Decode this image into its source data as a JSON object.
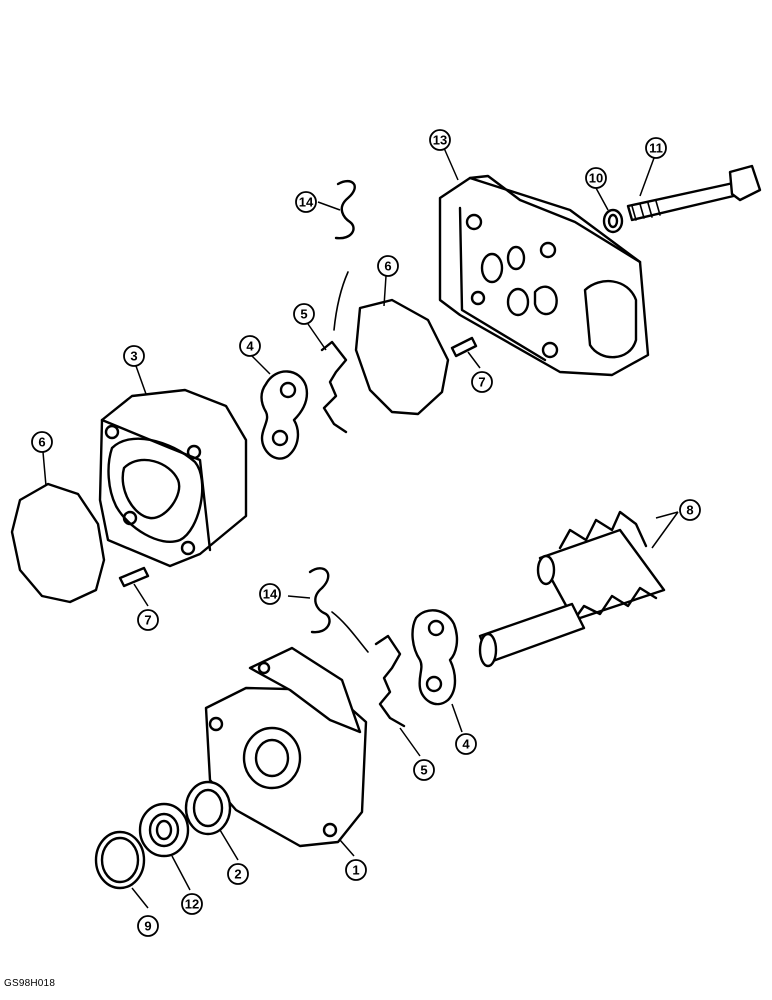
{
  "callouts": [
    {
      "id": "c1",
      "label": "1"
    },
    {
      "id": "c2",
      "label": "2"
    },
    {
      "id": "c3",
      "label": "3"
    },
    {
      "id": "c4a",
      "label": "4"
    },
    {
      "id": "c4b",
      "label": "4"
    },
    {
      "id": "c5a",
      "label": "5"
    },
    {
      "id": "c5b",
      "label": "5"
    },
    {
      "id": "c6a",
      "label": "6"
    },
    {
      "id": "c6b",
      "label": "6"
    },
    {
      "id": "c7a",
      "label": "7"
    },
    {
      "id": "c7b",
      "label": "7"
    },
    {
      "id": "c8",
      "label": "8"
    },
    {
      "id": "c9",
      "label": "9"
    },
    {
      "id": "c10",
      "label": "10"
    },
    {
      "id": "c11",
      "label": "11"
    },
    {
      "id": "c12",
      "label": "12"
    },
    {
      "id": "c13",
      "label": "13"
    },
    {
      "id": "c14a",
      "label": "14"
    },
    {
      "id": "c14b",
      "label": "14"
    }
  ],
  "figure_code": "GS98H018"
}
